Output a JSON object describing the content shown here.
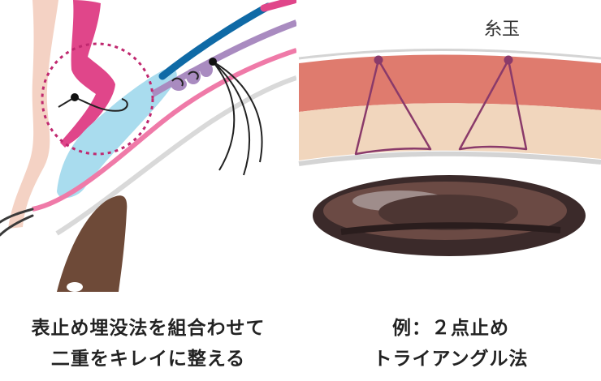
{
  "left_caption": {
    "line1": "表止め埋没法を組合わせて",
    "line2": "二重をキレイに整える"
  },
  "right_caption": {
    "line1": "例：２点止め",
    "line2": "トライアングル法"
  },
  "thread_knot_label": "糸玉",
  "colors": {
    "skin": "#f4d2c4",
    "levator_pink": "#e0468a",
    "muscle_blue": "#a9dcee",
    "tendon_dark_blue": "#0f6aa6",
    "fascia_lavender": "#a98bc0",
    "conjunctiva_pink": "#ef7aa8",
    "dashed_circle": "#c0286f",
    "eyelid_salmon": "#df7b6e",
    "eyelid_beige": "#f1d6bd",
    "thread": "#8a3a6a",
    "eyeball_dark": "#3b2a2a",
    "lashes": "#3a3a3a"
  },
  "icons": {
    "knot": "dot-icon"
  }
}
